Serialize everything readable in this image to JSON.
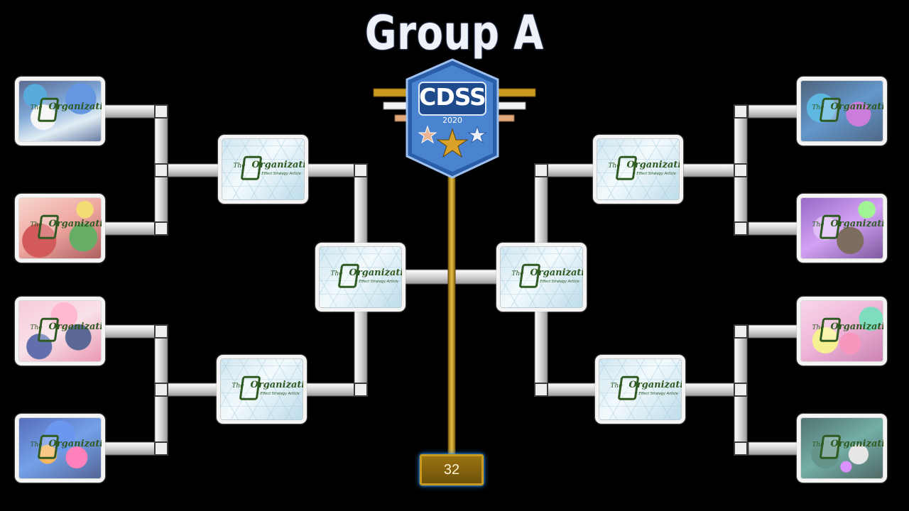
{
  "title": "Group A",
  "badge": {
    "name": "CDSS",
    "year": "2020"
  },
  "score": "32",
  "card_logo": {
    "the": "The",
    "word": "Organization",
    "sub": "Effect Strategy Article"
  },
  "colors": {
    "background": "#000000",
    "gold": "#c99a1e",
    "badge_blue": "#3f78c9",
    "bracket": "#e6e6e6"
  }
}
